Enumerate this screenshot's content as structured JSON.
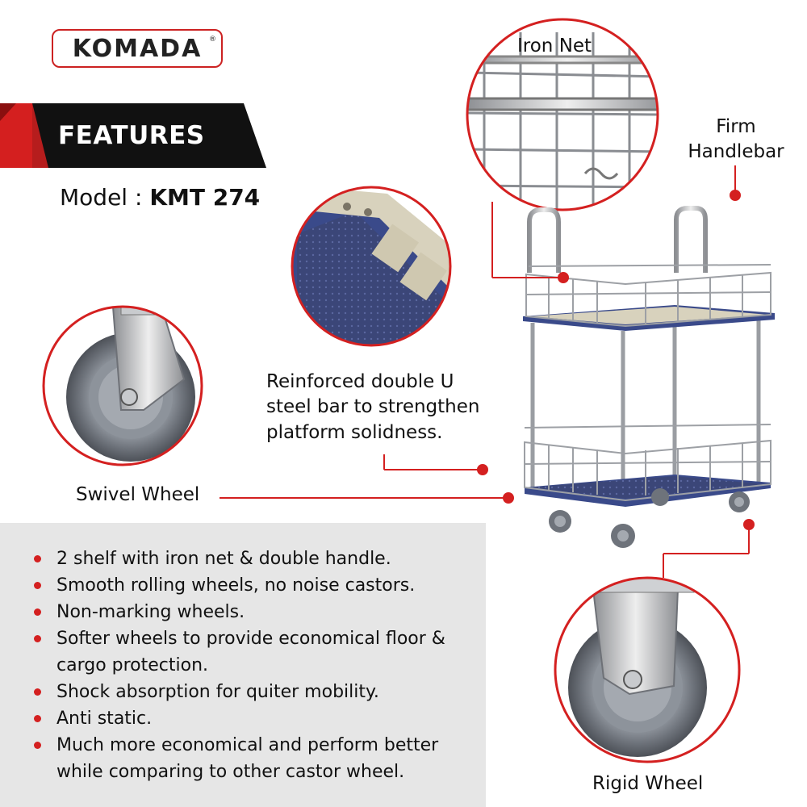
{
  "brand": {
    "name": "KOMADA",
    "reg_mark": "®"
  },
  "banner": {
    "label": "FEATURES"
  },
  "model": {
    "prefix": "Model : ",
    "code": "KMT 274"
  },
  "callouts": {
    "iron_net": "Iron Net",
    "handlebar_line1": "Firm",
    "handlebar_line2": "Handlebar",
    "steel_bar_line1": "Reinforced double U",
    "steel_bar_line2": "steel bar to strengthen",
    "steel_bar_line3": "platform solidness.",
    "swivel_wheel": "Swivel Wheel",
    "rigid_wheel": "Rigid Wheel"
  },
  "features": [
    "2 shelf with iron net & double handle.",
    "Smooth rolling wheels, no noise castors.",
    "Non-marking wheels.",
    "Softer wheels to provide economical floor & cargo protection.",
    "Shock absorption for quiter mobility.",
    "Anti static.",
    "Much more economical and perform better while comparing to other castor wheel."
  ],
  "colors": {
    "accent_red": "#d42020",
    "banner_black": "#111111",
    "panel_gray": "#e6e6e6",
    "deck_blue": "#3a4a8a",
    "wheel_gray": "#7a7f86"
  },
  "icons": [
    "bullet-dot-icon",
    "callout-dot-icon"
  ]
}
